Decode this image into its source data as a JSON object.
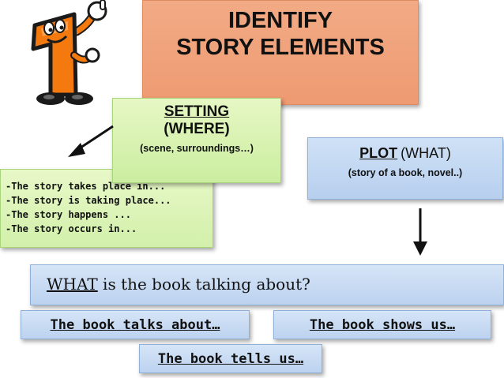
{
  "title": {
    "line1": "IDENTIFY",
    "line2": "STORY ELEMENTS"
  },
  "mascot": {
    "number": "1",
    "icon": "number-one-mascot-icon",
    "colors": {
      "body": "#f47a10",
      "outline": "#1a1a1a",
      "glove": "#ffffff"
    }
  },
  "setting": {
    "heading": "SETTING",
    "subheading": "(WHERE)",
    "description": "(scene, surroundings…)"
  },
  "setting_examples": [
    "-The story takes place in...",
    "-The story is taking place...",
    "-The story happens ...",
    "-The story occurs in..."
  ],
  "plot": {
    "heading": "PLOT",
    "paren": "(WHAT)",
    "description": "(story of a book, novel..)"
  },
  "question": {
    "keyword": "WHAT",
    "rest": " is the book talking about?"
  },
  "phrases": [
    "The book talks about…",
    "The book shows us…",
    "The book tells us…"
  ],
  "colors": {
    "title_bg": "#f0a27b",
    "setting_bg": "#d4f1ae",
    "plot_bg": "#c3d7f1"
  }
}
